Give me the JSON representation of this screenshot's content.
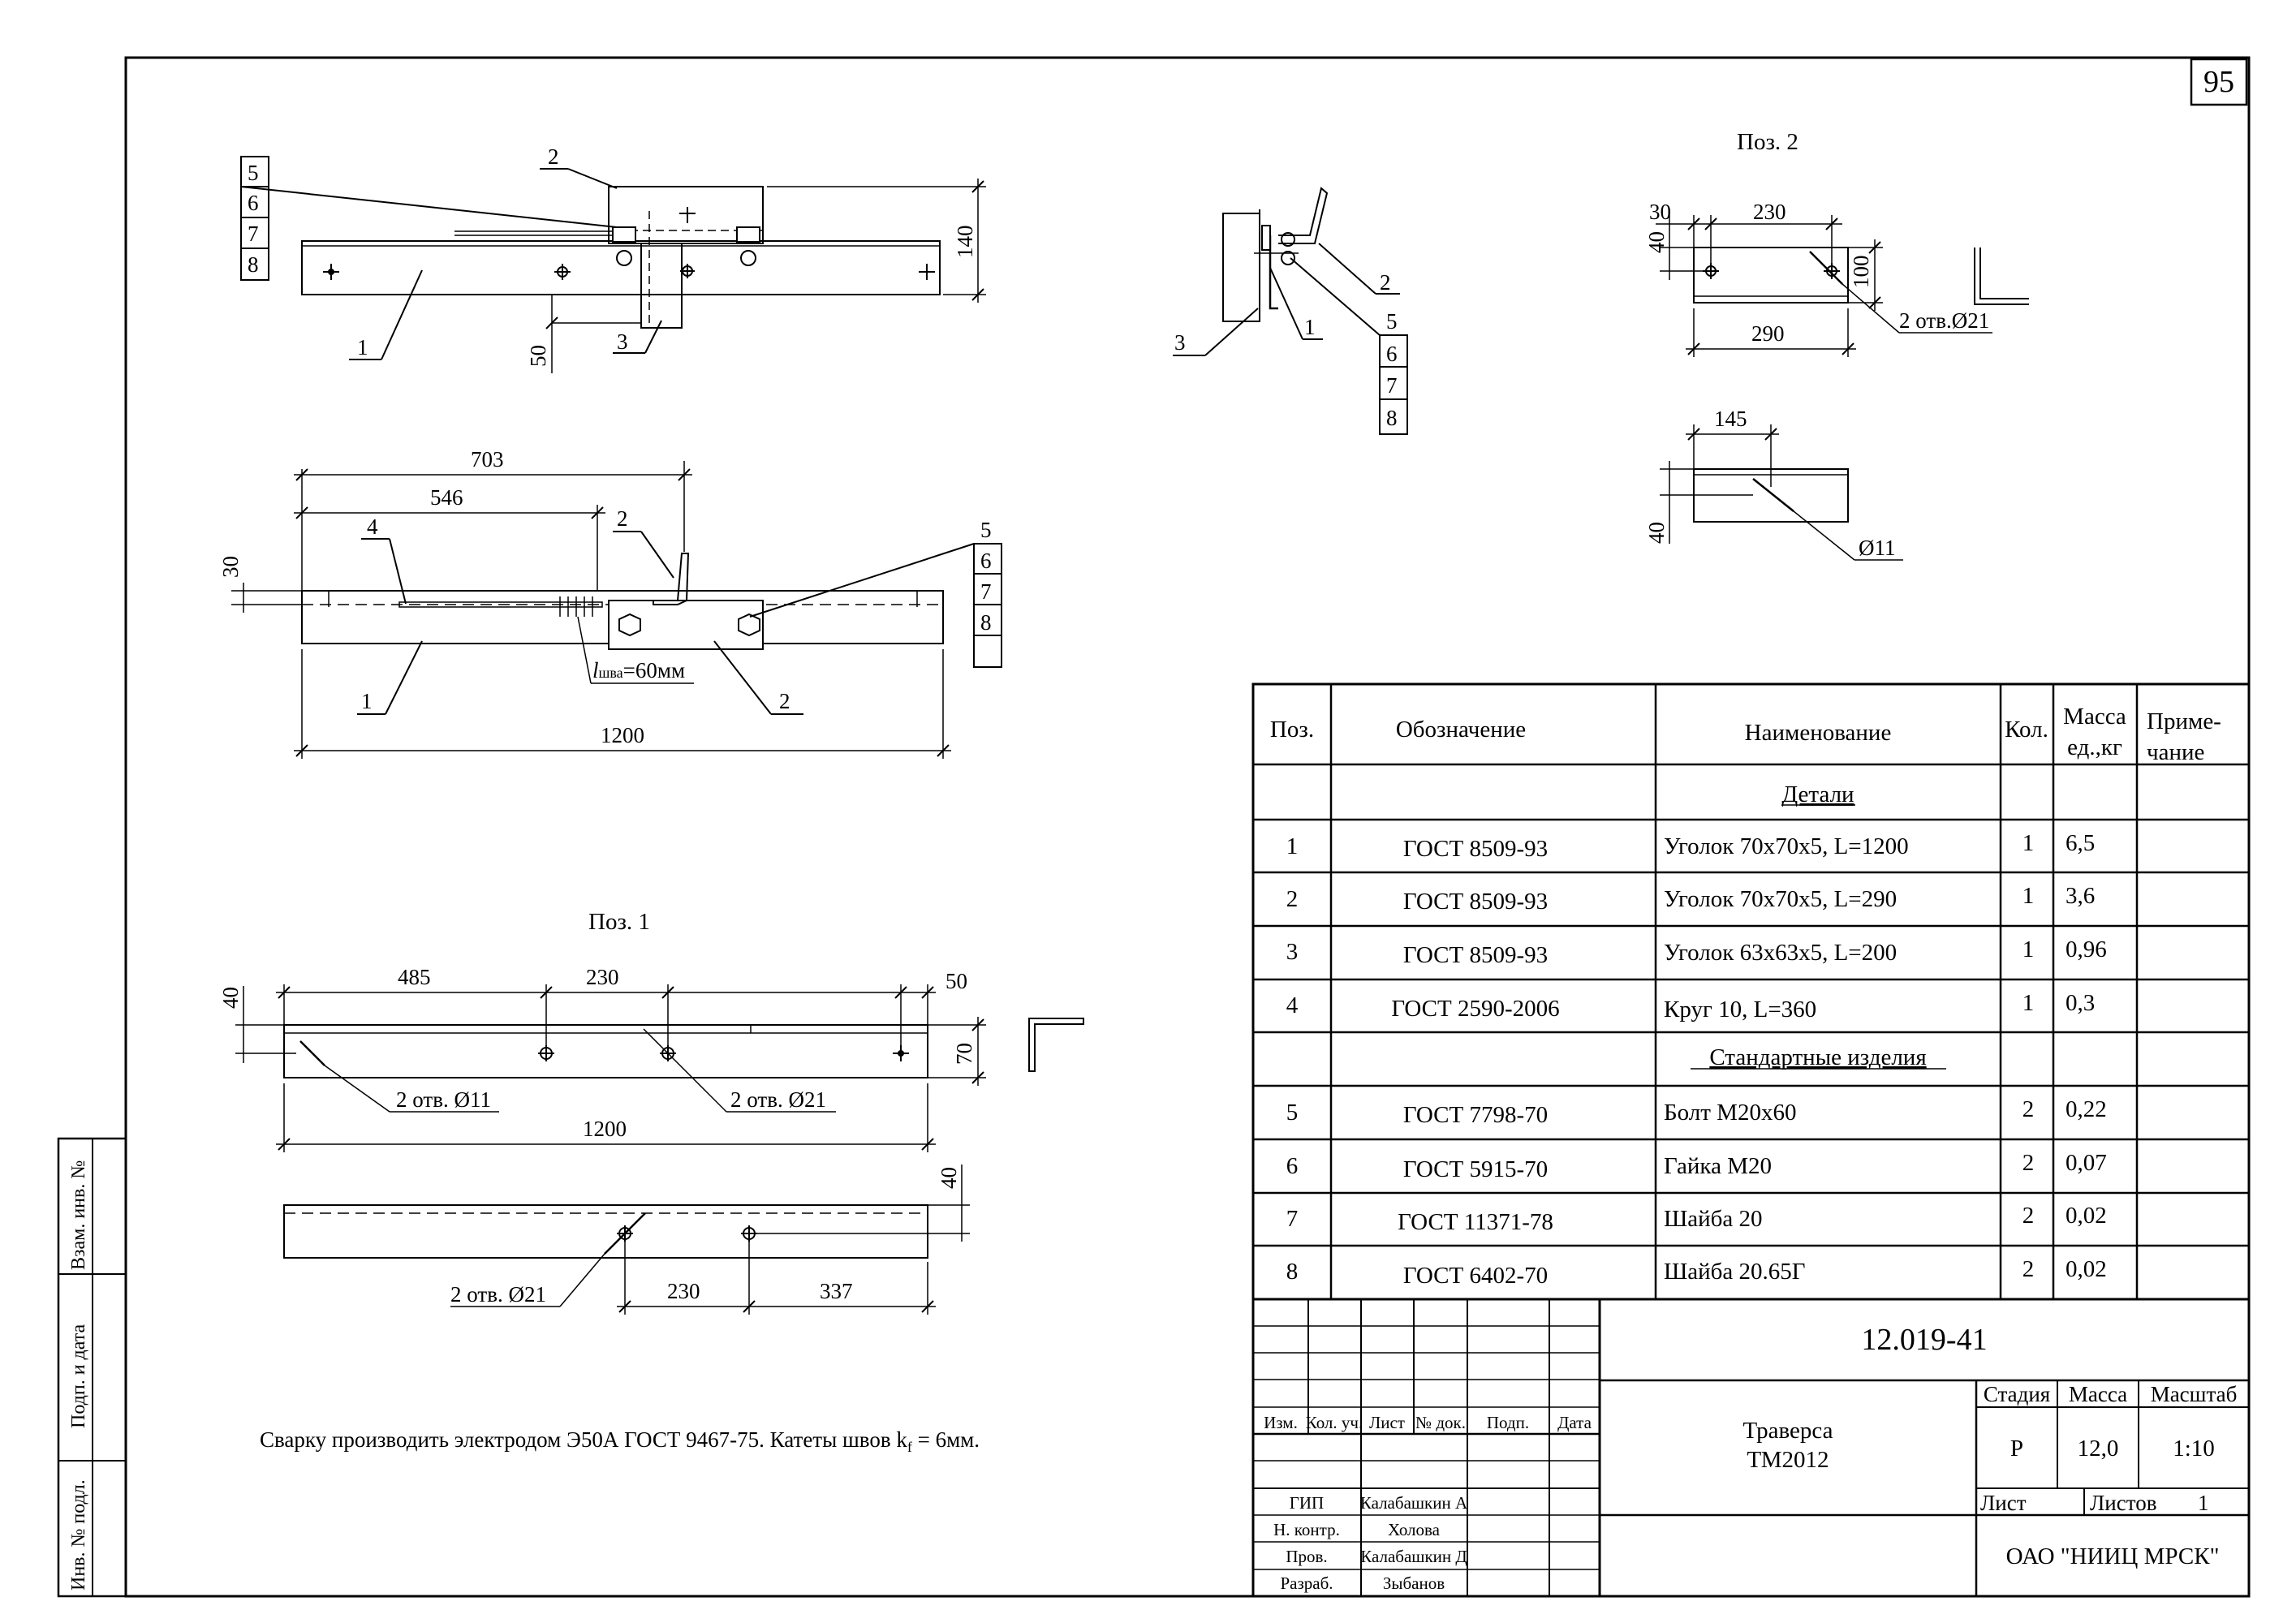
{
  "sheet": {
    "number": "95",
    "side_labels": [
      "Взам. инв. №",
      "Подп. и дата",
      "Инв. № подл."
    ]
  },
  "views": {
    "pos2_title": "Поз. 2",
    "pos1_title": "Поз. 1",
    "top_view": {
      "callouts": [
        "2",
        "5",
        "6",
        "7",
        "8",
        "1",
        "3"
      ],
      "dim_height": "140",
      "dim_offset": "50"
    },
    "plan_view": {
      "dim_703": "703",
      "dim_546": "546",
      "dim_30": "30",
      "dim_1200": "1200",
      "weld_prefix": "l",
      "weld_sub": "шва",
      "weld_rest": "=60мм",
      "callouts": [
        "4",
        "2",
        "1",
        "2",
        "5",
        "6",
        "7",
        "8"
      ]
    },
    "side_view": {
      "callouts": [
        "3",
        "1",
        "2",
        "5",
        "6",
        "7",
        "8"
      ]
    },
    "pos2_view": {
      "dim_30": "30",
      "dim_230": "230",
      "dim_40": "40",
      "dim_100": "100",
      "dim_290": "290",
      "holes": "2 отв.Ø21",
      "dim_145": "145",
      "dim_40b": "40",
      "hole_small": "Ø11"
    },
    "pos1_view": {
      "dim_40": "40",
      "dim_485": "485",
      "dim_230": "230",
      "dim_50": "50",
      "dim_70": "70",
      "holes_11": "2 отв. Ø11",
      "holes_21": "2 отв. Ø21",
      "dim_1200": "1200",
      "dim_40b": "40",
      "holes_21b": "2 отв. Ø21",
      "dim_230b": "230",
      "dim_337": "337"
    }
  },
  "note": {
    "text": "Сварку производить электродом Э50А ГОСТ 9467-75.  Катеты швов k",
    "sub": "f",
    "rest": " = 6мм."
  },
  "spec_table": {
    "headers": {
      "pos": "Поз.",
      "designation": "Обозначение",
      "name": "Наименование",
      "qty": "Кол.",
      "mass_1": "Масса",
      "mass_2": "ед.,кг",
      "note_1": "Приме-",
      "note_2": "чание"
    },
    "section_details": "Детали",
    "section_standard": "Стандартные изделия",
    "rows": [
      {
        "pos": "1",
        "designation": "ГОСТ 8509-93",
        "name": "Уголок 70х70х5, L=1200",
        "qty": "1",
        "mass": "6,5"
      },
      {
        "pos": "2",
        "designation": "ГОСТ 8509-93",
        "name": "Уголок 70х70х5, L=290",
        "qty": "1",
        "mass": "3,6"
      },
      {
        "pos": "3",
        "designation": "ГОСТ 8509-93",
        "name": "Уголок 63х63х5, L=200",
        "qty": "1",
        "mass": "0,96"
      },
      {
        "pos": "4",
        "designation": "ГОСТ 2590-2006",
        "name": "Круг 10, L=360",
        "qty": "1",
        "mass": "0,3"
      },
      {
        "pos": "5",
        "designation": "ГОСТ 7798-70",
        "name": "Болт М20х60",
        "qty": "2",
        "mass": "0,22"
      },
      {
        "pos": "6",
        "designation": "ГОСТ 5915-70",
        "name": "Гайка М20",
        "qty": "2",
        "mass": "0,07"
      },
      {
        "pos": "7",
        "designation": "ГОСТ 11371-78",
        "name": "Шайба 20",
        "qty": "2",
        "mass": "0,02"
      },
      {
        "pos": "8",
        "designation": "ГОСТ 6402-70",
        "name": "Шайба 20.65Г",
        "qty": "2",
        "mass": "0,02"
      }
    ]
  },
  "title_block": {
    "doc_code": "12.019-41",
    "product_1": "Траверса",
    "product_2": "ТМ2012",
    "stage_label": "Стадия",
    "mass_label": "Масса",
    "scale_label": "Масштаб",
    "stage": "Р",
    "mass": "12,0",
    "scale": "1:10",
    "sheet_label": "Лист",
    "sheets_label": "Листов",
    "sheets": "1",
    "org": "ОАО \"НИИЦ МРСК\"",
    "cols": [
      "Изм.",
      "Кол. уч.",
      "Лист",
      "№ док.",
      "Подп.",
      "Дата"
    ],
    "roles": [
      {
        "role": "ГИП",
        "name": "Калабашкин А"
      },
      {
        "role": "Н. контр.",
        "name": "Холова"
      },
      {
        "role": "Пров.",
        "name": "Калабашкин Д"
      },
      {
        "role": "Разраб.",
        "name": "Зыбанов"
      }
    ]
  }
}
